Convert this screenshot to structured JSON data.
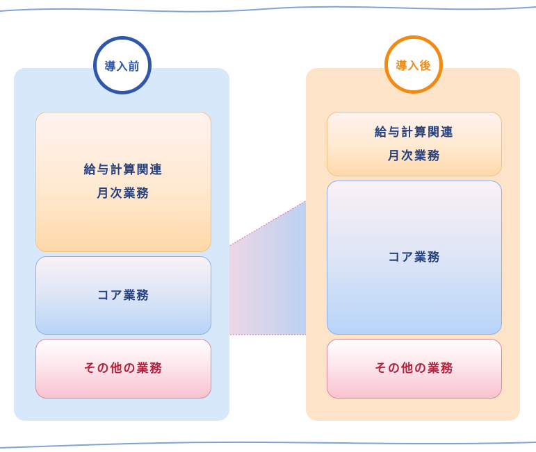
{
  "before": {
    "badge": "導入前",
    "salary": {
      "line1": "給与計算関連",
      "line2": "月次業務"
    },
    "core": "コア業務",
    "other": "その他の業務"
  },
  "after": {
    "badge": "導入後",
    "salary": {
      "line1": "給与計算関連",
      "line2": "月次業務"
    },
    "core": "コア業務",
    "other": "その他の業務"
  },
  "colors": {
    "before_accent": "#2f56a8",
    "after_accent": "#f28a12",
    "core_text": "#24407f",
    "other_text": "#b3213b"
  }
}
